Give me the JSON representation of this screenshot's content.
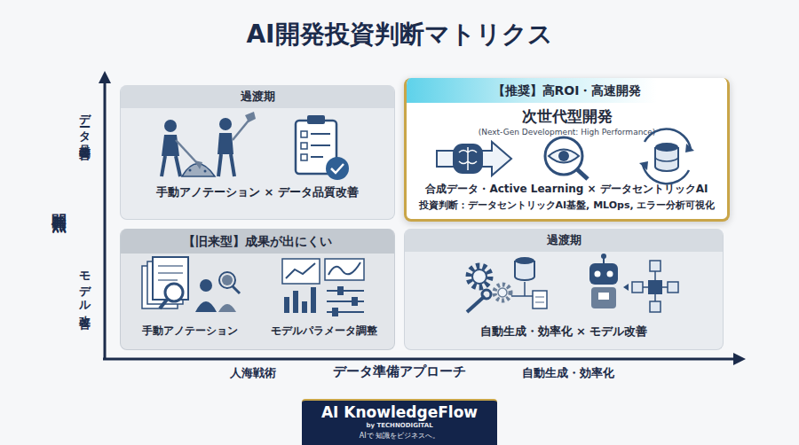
{
  "diagram": {
    "title": "AI開発投資判断マトリクス",
    "nodes": [
      {
        "text": [
          "過渡期",
          "手動アノテーション × データ品質改善"
        ]
      },
      {
        "text": [
          "【推奨】高ROI・高速開発",
          "次世代型開発",
          "(Next-Gen Development: High Performance)",
          "合成データ・Active Learning × データセントリックAI",
          "投資判断：データセントリックAI基盤, MLOps, エラー分析可視化"
        ]
      },
      {
        "text": [
          "【旧来型】成果が出にくい",
          "手動アノテーション",
          "モデルパラメータ調整"
        ]
      },
      {
        "text": [
          "過渡期",
          "自動生成・効率化 × モデル改善"
        ]
      },
      {
        "text": [
          "AI KnowledgeFlow",
          "by TECHNODIGITAL",
          "AIで 知識をビジネスへ。"
        ]
      }
    ],
    "labels": [
      "データ品質改善",
      "開発焦点",
      "モデル改善",
      "人海戦術",
      "データ準備アプローチ",
      "自動生成・効率化"
    ]
  }
}
